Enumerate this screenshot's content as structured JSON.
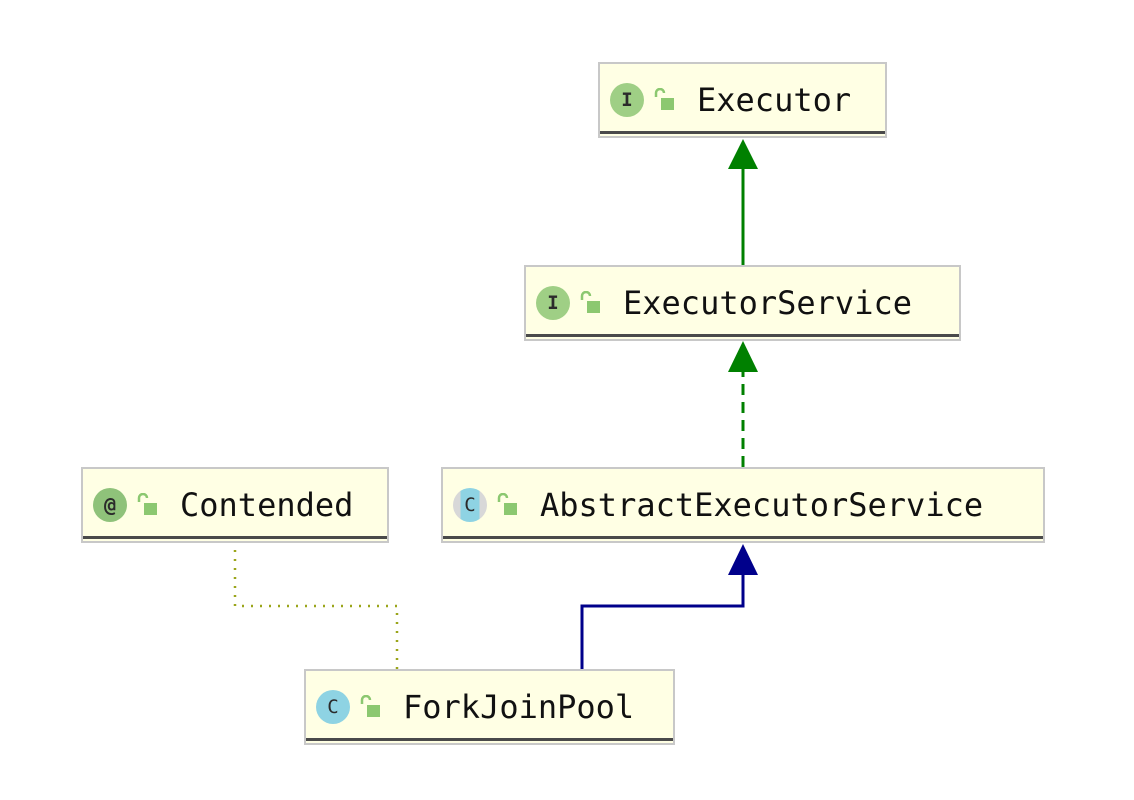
{
  "diagram": {
    "colors": {
      "node_fill": "#ffffe4",
      "node_border": "#c8c8c8",
      "interface_badge": "#9fcf85",
      "class_badge": "#8ed3e3",
      "annotation_badge": "#8fc27a",
      "lock_icon": "#8cc870",
      "extends_interface_arrow": "#008000",
      "extends_class_arrow": "#00008b",
      "annotation_link": "#9aa51a"
    },
    "nodes": [
      {
        "id": "executor",
        "kind": "interface",
        "badge": "I",
        "icon": "unlocked-padlock-icon",
        "name": "Executor"
      },
      {
        "id": "executor-service",
        "kind": "interface",
        "badge": "I",
        "icon": "unlocked-padlock-icon",
        "name": "ExecutorService"
      },
      {
        "id": "abstract-executor-service",
        "kind": "abstract-class",
        "badge": "C",
        "icon": "unlocked-padlock-icon",
        "name": "AbstractExecutorService"
      },
      {
        "id": "contended",
        "kind": "annotation",
        "badge": "@",
        "icon": "unlocked-padlock-icon",
        "name": "Contended"
      },
      {
        "id": "fork-join-pool",
        "kind": "class",
        "badge": "C",
        "icon": "unlocked-padlock-icon",
        "name": "ForkJoinPool"
      }
    ],
    "edges": [
      {
        "from": "executor-service",
        "to": "executor",
        "type": "extends",
        "style": "solid",
        "color": "#008000"
      },
      {
        "from": "abstract-executor-service",
        "to": "executor-service",
        "type": "implements",
        "style": "dashed",
        "color": "#008000"
      },
      {
        "from": "fork-join-pool",
        "to": "abstract-executor-service",
        "type": "extends",
        "style": "solid",
        "color": "#00008b"
      },
      {
        "from": "fork-join-pool",
        "to": "contended",
        "type": "annotated-with",
        "style": "dotted",
        "color": "#9aa51a"
      }
    ]
  }
}
